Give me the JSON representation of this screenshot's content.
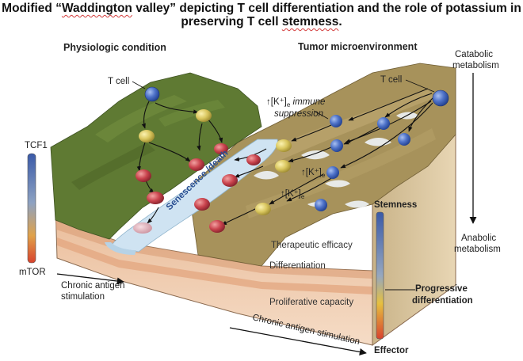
{
  "title": {
    "line1_pre": "Modified “",
    "line1_wavy": "Waddington",
    "line1_post": " valley” depicting T cell differentiation and the role of potassium in",
    "line2_pre": "preserving T cell ",
    "line2_wavy": "stemness",
    "line2_post": "."
  },
  "headings": {
    "left": "Physiologic condition",
    "right": "Tumor microenvironment"
  },
  "labels": {
    "t_cell_left": "T cell",
    "t_cell_right": "T cell",
    "tcf1": "TCF1",
    "mtor": "mTOR",
    "senescence": "Senescence /death",
    "chronic_left_1": "Chronic antigen",
    "chronic_left_2": "stimulation",
    "chronic_bottom": "Chronic antigen stimulation",
    "catabolic_1": "Catabolic",
    "catabolic_2": "metabolism",
    "anabolic_1": "Anabolic",
    "anabolic_2": "metabolism",
    "stemness": "Stemness",
    "progressive_1": "Progressive",
    "progressive_2": "differentiation",
    "effector": "Effector",
    "k_immune_1": "[K⁺]",
    "k_immune_sub": "e",
    "k_immune_2": " immune",
    "k_suppression": "suppression",
    "k_mid": "[K⁺]",
    "k_mid_sub": "e",
    "k_low": "[K⁺]",
    "k_low_sub": "e",
    "up_arrow": "↑"
  },
  "layers": {
    "therapeutic": "Therapeutic efficacy",
    "differentiation": "Differentiation",
    "proliferative": "Proliferative capacity"
  },
  "colors": {
    "stem_cell": "#3f62b8",
    "intermediate_cell": "#d6c45a",
    "effector_cell": "#c9434d",
    "grass": "#5f7a33",
    "terrain": "#a3915c",
    "river": "#cfe3f2",
    "layer_top": "#e9b892",
    "layer_bottom": "#f3d5bd"
  }
}
